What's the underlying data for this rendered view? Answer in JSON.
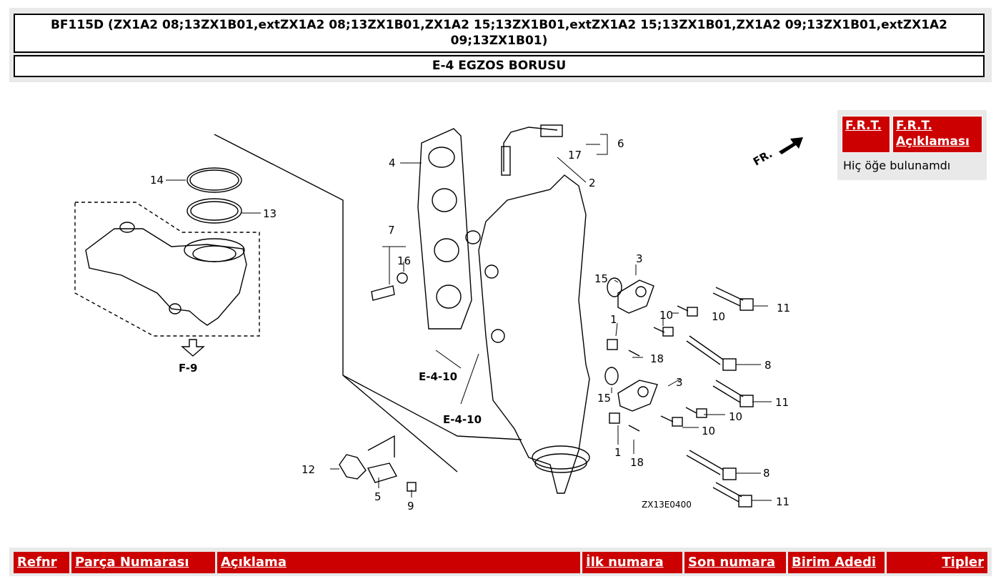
{
  "header": {
    "title": "BF115D (ZX1A2 08;13ZX1B01,extZX1A2 08;13ZX1B01,ZX1A2 15;13ZX1B01,extZX1A2 15;13ZX1B01,ZX1A2 09;13ZX1B01,extZX1A2 09;13ZX1B01)",
    "subtitle": "E-4 EGZOS BORUSU"
  },
  "diagram": {
    "code": "ZX13E0400",
    "fr_label": "FR.",
    "refs": [
      "E-4-10",
      "E-4-10",
      "F-9"
    ],
    "callouts": [
      "14",
      "13",
      "4",
      "6",
      "17",
      "2",
      "7",
      "16",
      "3",
      "15",
      "1",
      "10",
      "10",
      "11",
      "18",
      "8",
      "3",
      "15",
      "11",
      "10",
      "10",
      "1",
      "18",
      "8",
      "11",
      "12",
      "5",
      "9"
    ]
  },
  "frt": {
    "col1": "F.R.T.",
    "col2": "F.R.T. Açıklaması",
    "empty": "Hiç öğe bulunamdı"
  },
  "table": {
    "headers": [
      "Refnr",
      "Parça Numarası",
      "Açıklama",
      "İlk numara",
      "Son numara",
      "Birim Adedi",
      "Tipler"
    ]
  },
  "colors": {
    "accent": "#cc0000",
    "panel": "#e9e9e9"
  }
}
